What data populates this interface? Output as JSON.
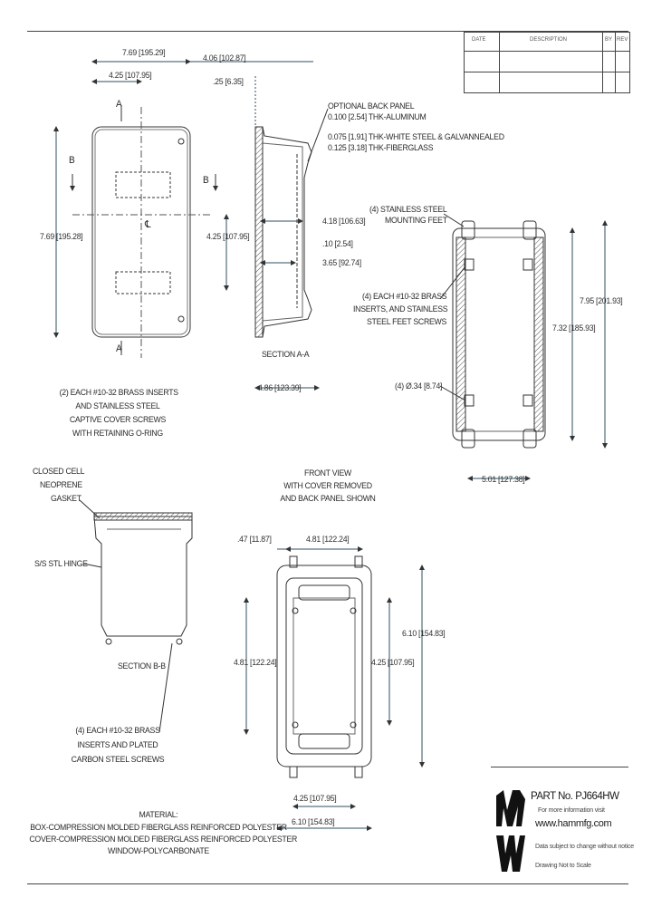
{
  "revision_table": {
    "col1": "DATE",
    "col2": "DESCRIPTION",
    "col3": "BY",
    "col4": "REV"
  },
  "front_view_top": {
    "dim_width_total": "7.69 [195.29]",
    "dim_width_half": "4.25 [107.95]",
    "dim_depth": "4.06 [102.87]",
    "dim_lip": ".25 [6.35]",
    "dim_height_total": "7.69 [195.28]",
    "dim_height_half": "4.25 [107.95]",
    "section_a_label": "A",
    "section_b_label": "B",
    "centerline_label": "℄"
  },
  "section_aa": {
    "title": "SECTION A-A",
    "optional_panel": "OPTIONAL BACK PANEL",
    "panel_line1": "0.100 [2.54] THK-ALUMINUM",
    "panel_line2": "0.075 [1.91] THK-WHITE STEEL & GALVANNEALED",
    "panel_line3": "0.125 [3.18] THK-FIBERGLASS",
    "dim_inner": "4.18 [106.63]",
    "dim_small": ".10 [2.54]",
    "dim_3_65": "3.65 [92.74]",
    "dim_bottom": "4.86 [123.39]"
  },
  "left_note": {
    "line1": "(2) EACH #10-32 BRASS INSERTS",
    "line2": "AND STAINLESS STEEL",
    "line3": "CAPTIVE COVER SCREWS",
    "line4": "WITH RETAINING O-RING"
  },
  "back_view": {
    "feet_note1": "(4) STAINLESS STEEL",
    "feet_note2": "MOUNTING FEET",
    "inserts1": "(4) EACH #10-32 BRASS",
    "inserts2": "INSERTS, AND STAINLESS",
    "inserts3": "STEEL FEET SCREWS",
    "dim_7_95": "7.95 [201.93]",
    "dim_7_32": "7.32 [185.93]",
    "hole": "(4) Ø.34 [8.74]",
    "dim_5_01": "5.01 [127.38]"
  },
  "section_bb": {
    "title": "SECTION B-B",
    "gasket1": "CLOSED CELL",
    "gasket2": "NEOPRENE",
    "gasket3": "GASKET",
    "hinge": "S/S STL HINGE",
    "note1": "(4) EACH #10-32 BRASS",
    "note2": "INSERTS AND PLATED",
    "note3": "CARBON STEEL SCREWS"
  },
  "front_view_bottom": {
    "title1": "FRONT VIEW",
    "title2": "WITH COVER REMOVED",
    "title3": "AND BACK PANEL SHOWN",
    "dim_47": ".47 [11.87]",
    "dim_4_81": "4.81 [122.24]",
    "dim_6_10_right": "6.10 [154.83]",
    "dim_4_81_left": "4.81 [122.24]",
    "dim_4_25_right": "4.25 [107.95]",
    "dim_4_25_bottom": "4.25 [107.95]",
    "dim_6_10_bottom": "6.10 [154.83]"
  },
  "material": {
    "title": "MATERIAL:",
    "line1": "BOX-COMPRESSION MOLDED FIBERGLASS REINFORCED POLYESTER",
    "line2": "COVER-COMPRESSION MOLDED FIBERGLASS REINFORCED POLYESTER",
    "line3": "WINDOW-POLYCARBONATE"
  },
  "title_block": {
    "part_label": "PART No.",
    "part_number": "PJ664HW",
    "more_info": "For more information visit",
    "website": "www.hammfg.com",
    "disclaimer": "Data subject to change without notice",
    "scale": "Drawing Not to Scale"
  },
  "colors": {
    "line": "#3a3a3a",
    "dim": "#2f4f5f",
    "paper": "#ffffff"
  }
}
